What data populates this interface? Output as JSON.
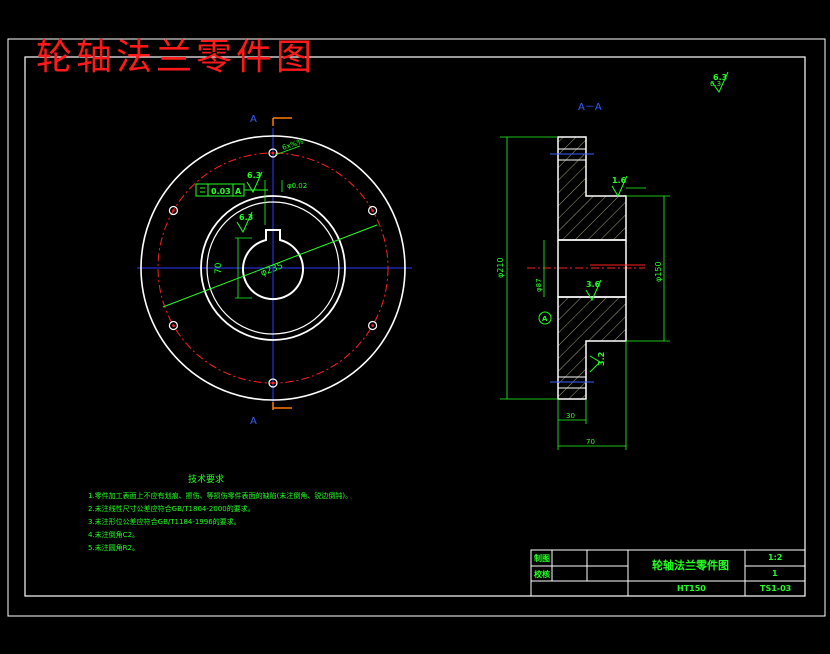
{
  "title_overlay": "轮轴法兰零件图",
  "section_label": "A－A",
  "cut_marker": "A",
  "roughness_general": "6.3",
  "front_view": {
    "flatness_label": "0.03",
    "datum_label": "A",
    "roughness_a": "6.3",
    "roughness_b": "6.3",
    "hole_note": "6x%%",
    "position_note": "φ0.02",
    "key_dim": "70",
    "pcd_dim": "φ235"
  },
  "section_view": {
    "outer_dia": "φ210",
    "hub_dia": "φ150",
    "bore_dia": "φ87",
    "roughness_top": "1.6",
    "roughness_mid": "3.6",
    "roughness_bottom": "3.2",
    "datum": "A",
    "dim_30": "30",
    "dim_70": "70"
  },
  "notes": {
    "title": "技术要求",
    "lines": [
      "1.零件加工表面上不应有划痕、擦伤、等损伤零件表面的缺陷(未注倒角、锐边倒钝)。",
      "2.未注线性尺寸公差应符合GB/T1804-2000的要求。",
      "3.未注形位公差应符合GB/T1184-1996的要求。",
      "4.未注倒角C2。",
      "5.未注圆角R2。"
    ]
  },
  "title_block": {
    "draw_label": "制图",
    "check_label": "校核",
    "part_name": "轮轴法兰零件图",
    "scale": "1:2",
    "sheet": "1",
    "material": "HT150",
    "drawing_no": "TS1-03"
  },
  "colors": {
    "outline": "#ffffff",
    "center": "#2a3cff",
    "pitch": "#ff2020",
    "dim": "#22ff22",
    "cut": "#ff7a00",
    "overlay": "#ff1a1a",
    "section": "#c8c8a0"
  }
}
